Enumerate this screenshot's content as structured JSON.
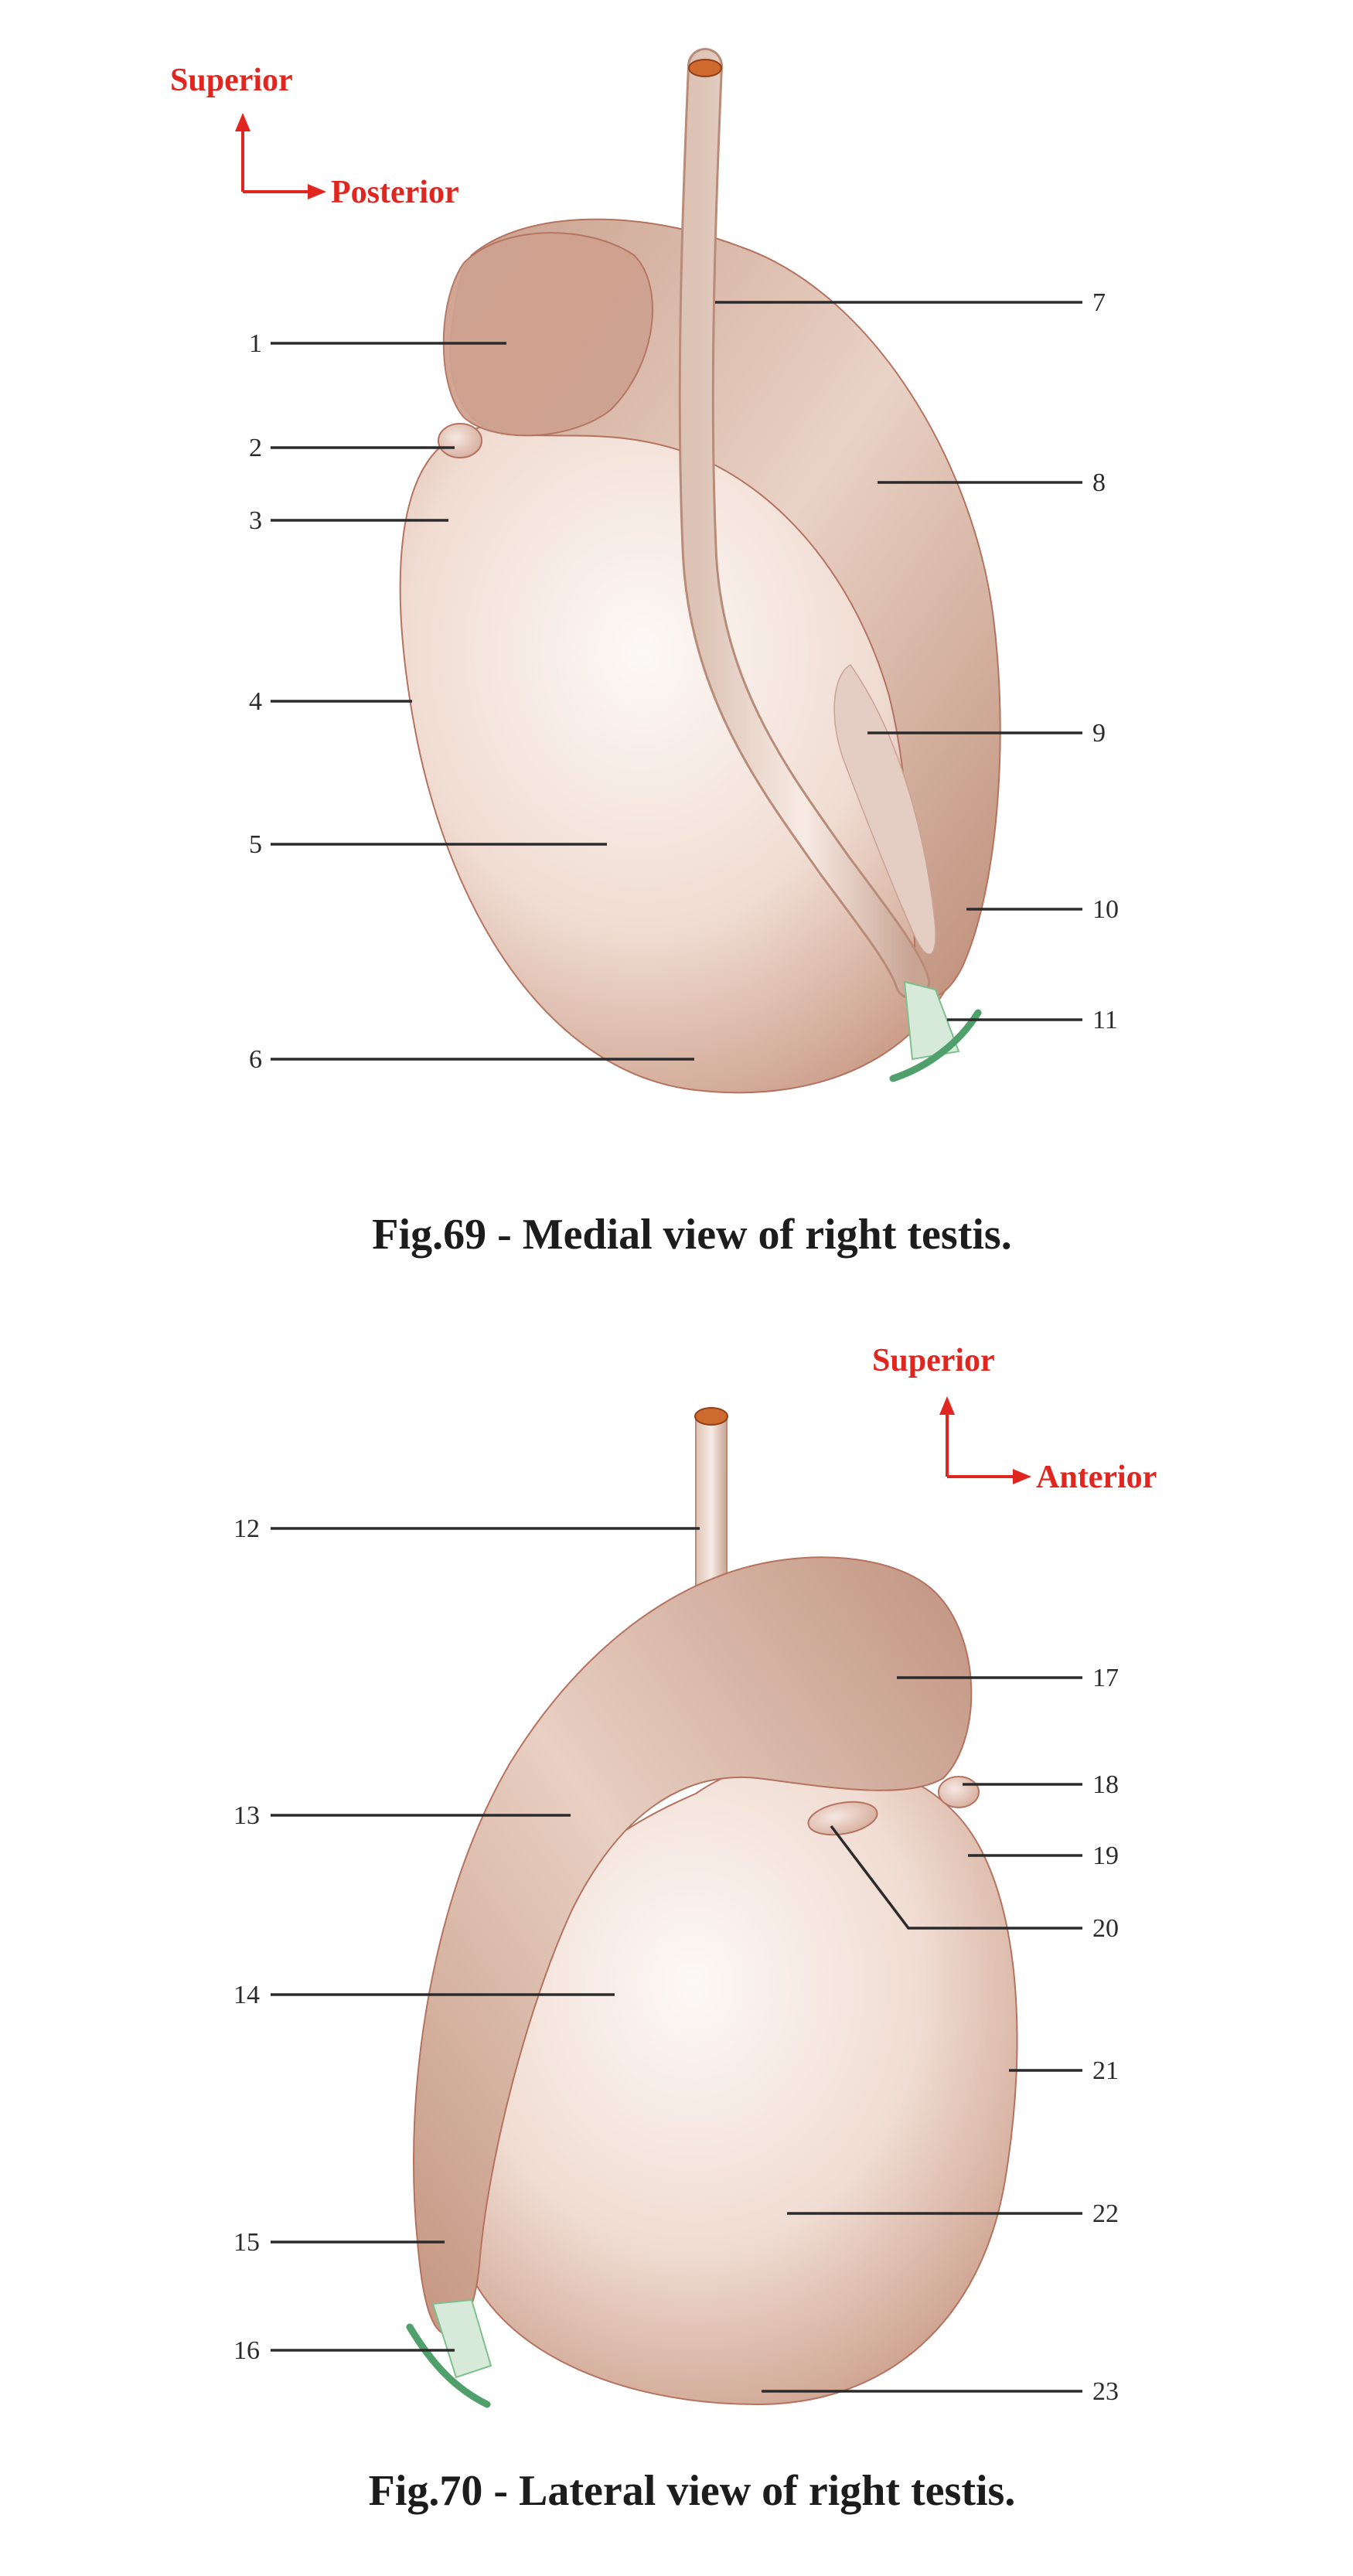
{
  "figures": [
    {
      "caption": "Fig.69 - Medial view of right testis.",
      "orientation": {
        "vertical": "Superior",
        "horizontal": "Posterior"
      },
      "labels": [
        "1",
        "2",
        "3",
        "4",
        "5",
        "6",
        "7",
        "8",
        "9",
        "10",
        "11"
      ]
    },
    {
      "caption": "Fig.70 - Lateral view of right testis.",
      "orientation": {
        "vertical": "Superior",
        "horizontal": "Anterior"
      },
      "labels": [
        "12",
        "13",
        "14",
        "15",
        "16",
        "17",
        "18",
        "19",
        "20",
        "21",
        "22",
        "23"
      ]
    }
  ],
  "colors": {
    "orientation": "#e0261f",
    "tissue_light": "#fbf5f2",
    "tissue_dark": "#c3907a",
    "outline": "#b5735f",
    "ligament": "#5fb27a",
    "duct_lumen": "#cf6a2e"
  }
}
